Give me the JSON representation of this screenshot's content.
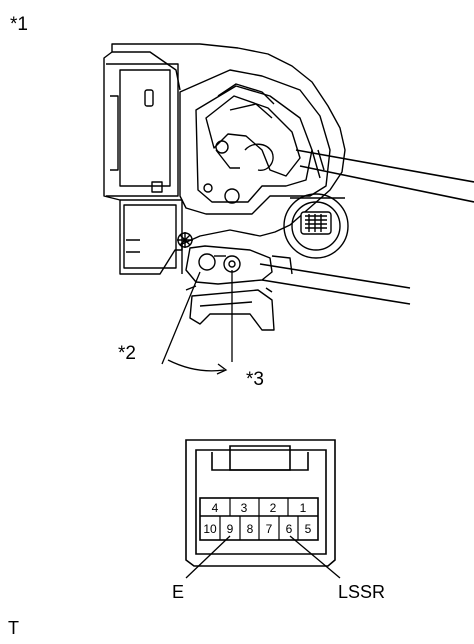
{
  "callouts": {
    "c1": "*1",
    "c2": "*2",
    "c3": "*3"
  },
  "connector": {
    "pins_top": [
      "4",
      "3",
      "2",
      "1"
    ],
    "pins_bottom": [
      "10",
      "9",
      "8",
      "7",
      "6",
      "5"
    ],
    "terminal_left": "E",
    "terminal_right": "LSSR"
  },
  "footer": {
    "mark": "T"
  }
}
